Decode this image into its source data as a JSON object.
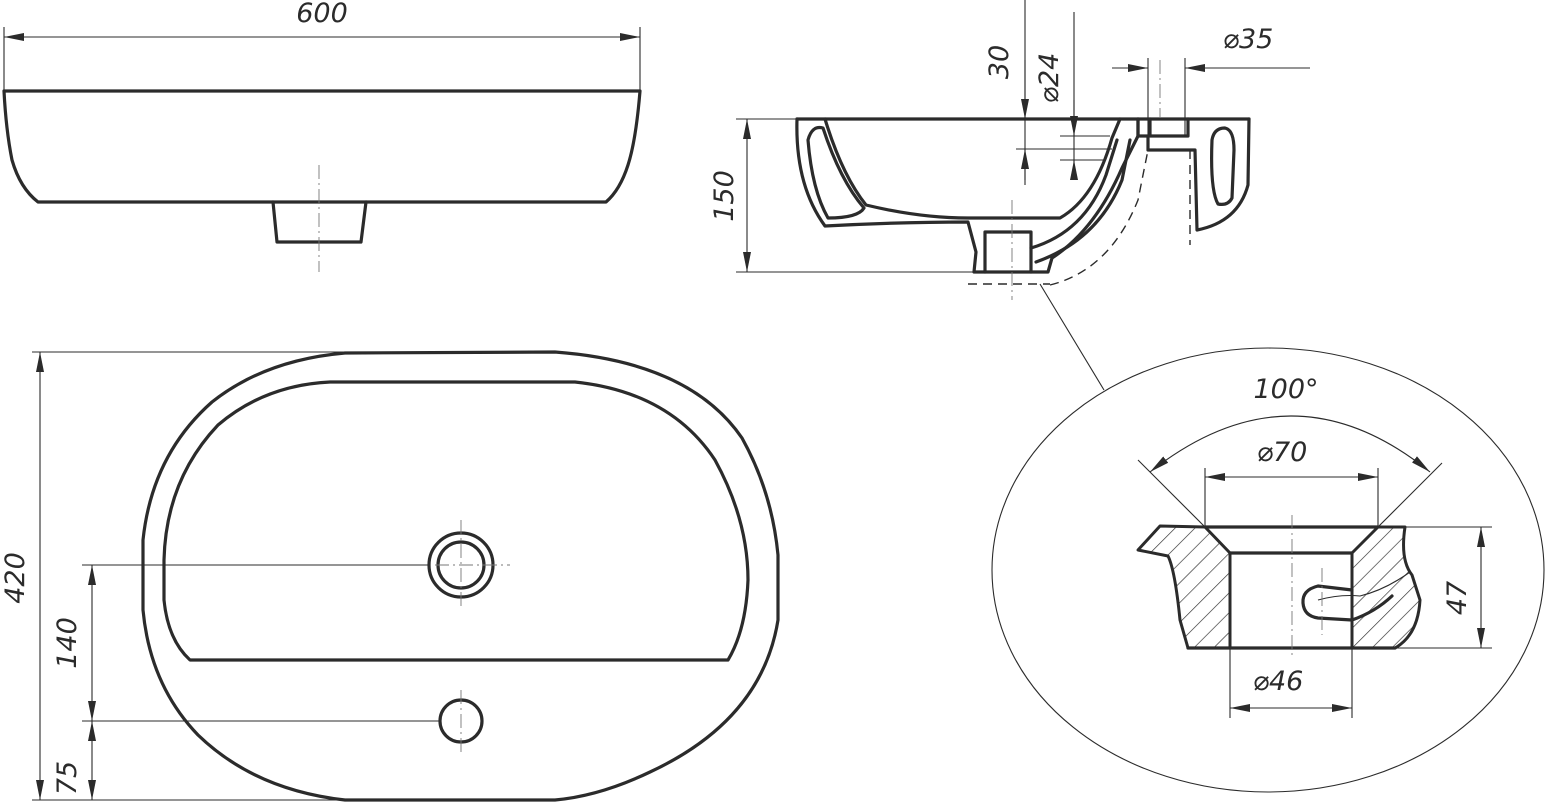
{
  "dimensions": {
    "width_600": "600",
    "height_420": "420",
    "offset_140": "140",
    "offset_75": "75",
    "height_150": "150",
    "depth_30": "30",
    "dia_24": "⌀24",
    "dia_35": "⌀35",
    "angle_100": "100°",
    "dia_70": "⌀70",
    "height_47": "47",
    "dia_46": "⌀46"
  },
  "colors": {
    "line": "#2b2b2b",
    "axis": "#777777",
    "background": "#ffffff"
  }
}
